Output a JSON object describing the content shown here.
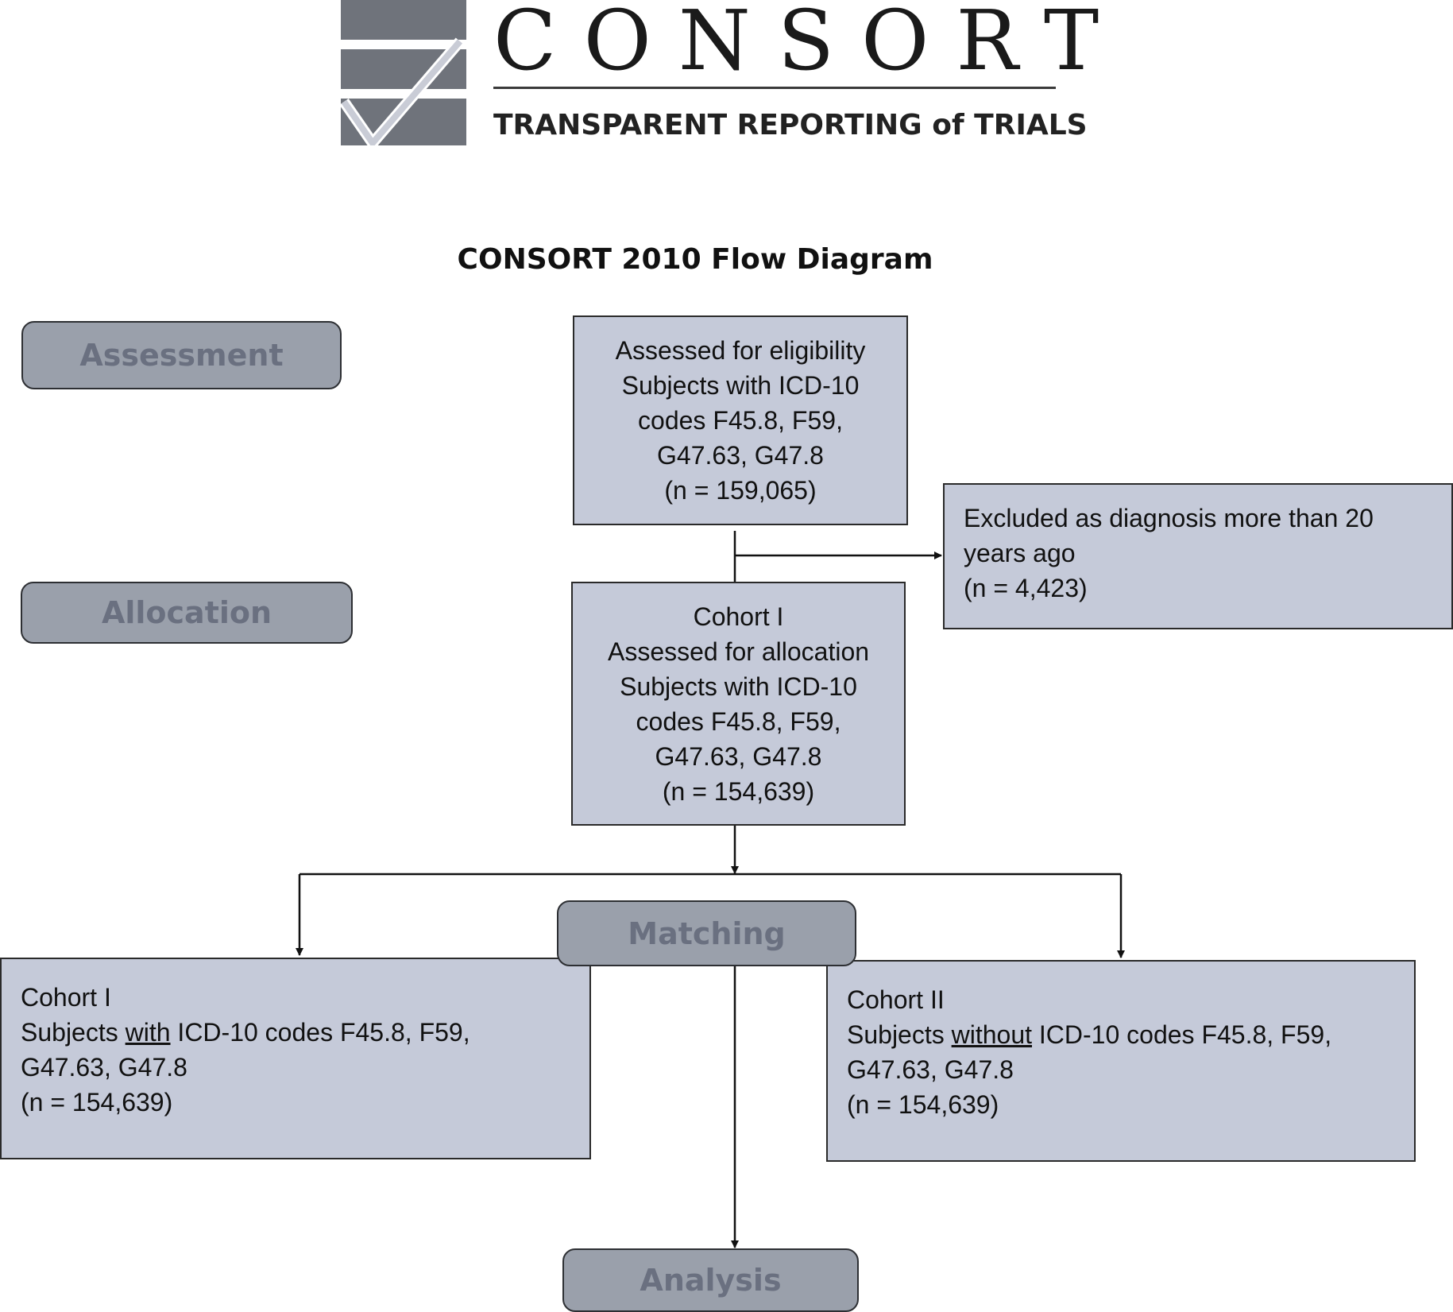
{
  "logo": {
    "wordmark": "CONSORT",
    "tagline": "TRANSPARENT REPORTING of TRIALS"
  },
  "title": "CONSORT 2010 Flow Diagram",
  "stages": {
    "assessment": "Assessment",
    "allocation": "Allocation",
    "matching": "Matching",
    "analysis": "Analysis"
  },
  "boxes": {
    "eligibility": {
      "line1": "Assessed for eligibility",
      "line2": "Subjects with ICD-10",
      "line3": "codes F45.8, F59,",
      "line4": "G47.63, G47.8",
      "count": "(n = 159,065)"
    },
    "excluded": {
      "line1": "Excluded as diagnosis more than 20",
      "line2": "years ago",
      "count": "(n = 4,423)"
    },
    "allocation": {
      "line1": "Cohort I",
      "line2": "Assessed for allocation",
      "line3": "Subjects with ICD-10",
      "line4": "codes F45.8, F59,",
      "line5": "G47.63, G47.8",
      "count": "(n = 154,639)"
    },
    "cohort1": {
      "title": "Cohort I",
      "prefix": "Subjects ",
      "emphasis": "with",
      "suffix": " ICD-10 codes F45.8, F59,",
      "line3": "G47.63, G47.8",
      "count": "(n = 154,639)"
    },
    "cohort2": {
      "title": "Cohort II",
      "prefix": "Subjects ",
      "emphasis": "without",
      "suffix": " ICD-10 codes F45.8, F59,",
      "line3": "G47.63, G47.8",
      "count": "(n = 154,639)"
    }
  },
  "colors": {
    "box_fill": "#c5cad9",
    "stage_fill": "#9aa0ab",
    "stage_text": "#6a7080",
    "line": "#111111"
  }
}
